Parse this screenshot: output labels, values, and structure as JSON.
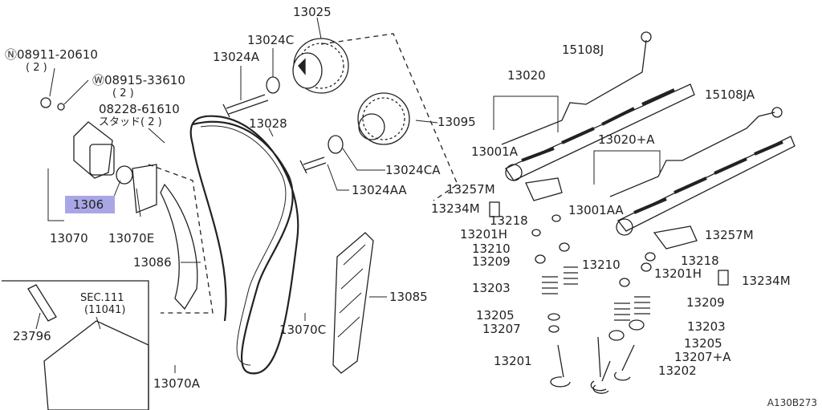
{
  "diagram_id": "A130B273",
  "labels": {
    "p13025": "13025",
    "p13024c": "13024C",
    "p13024a": "13024A",
    "p13028": "13028",
    "p13095": "13095",
    "p13024ca": "13024CA",
    "p13024aa": "13024AA",
    "bolt_n": "08911-20610",
    "bolt_n_qty": "( 2 )",
    "bolt_w": "08915-33610",
    "bolt_w_qty": "( 2 )",
    "stud": "08228-61610",
    "stud_qty": "スタッド( 2 )",
    "p1306": "1306",
    "p13070": "13070",
    "p13070e": "13070E",
    "p13086": "13086",
    "p13085": "13085",
    "p13070c": "13070C",
    "p13070a": "13070A",
    "p23796": "23796",
    "sec": "SEC.111",
    "sec_ref": "(11041)",
    "p15108j": "15108J",
    "p15108ja": "15108JA",
    "p13020": "13020",
    "p13020a": "13020+A",
    "p13001a": "13001A",
    "p13001aa": "13001AA",
    "p13257m_l": "13257M",
    "p13257m_r": "13257M",
    "p13234m_l": "13234M",
    "p13234m_r": "13234M",
    "p13218_l": "13218",
    "p13218_r": "13218",
    "p13201h_l": "13201H",
    "p13201h_r": "13201H",
    "p13210_l": "13210",
    "p13210_r": "13210",
    "p13209_l": "13209",
    "p13209_r": "13209",
    "p13203_l": "13203",
    "p13203_r": "13203",
    "p13205_l": "13205",
    "p13205_r": "13205",
    "p13207": "13207",
    "p13207a": "13207+A",
    "p13201": "13201",
    "p13202": "13202"
  }
}
